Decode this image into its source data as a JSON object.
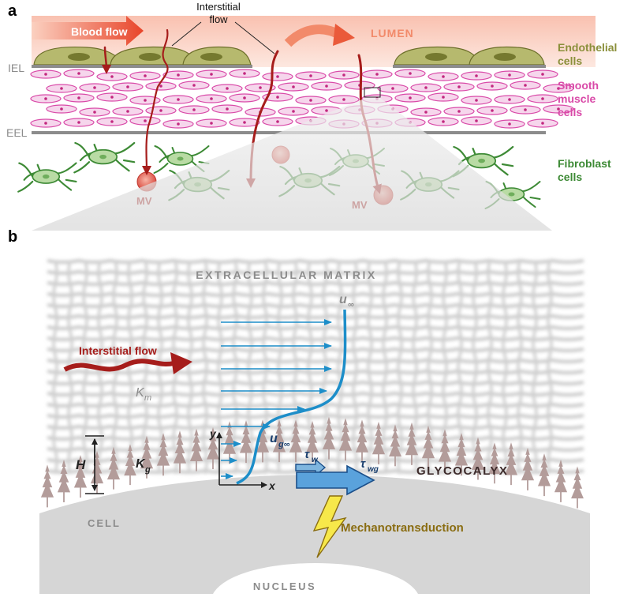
{
  "panel_a": {
    "letter": "a",
    "blood_flow": "Blood flow",
    "interstitial_flow_line1": "Interstitial",
    "interstitial_flow_line2": "flow",
    "lumen": "LUMEN",
    "iel": "IEL",
    "eel": "EEL",
    "endothelial_line1": "Endothelial",
    "endothelial_line2": "cells",
    "smooth_line1": "Smooth",
    "smooth_line2": "muscle",
    "smooth_line3": "cells",
    "fibroblast_line1": "Fibroblast",
    "fibroblast_line2": "cells",
    "mv_left": "MV",
    "mv_right": "MV"
  },
  "panel_b": {
    "letter": "b",
    "extracellular_matrix": "EXTRACELLULAR MATRIX",
    "interstitial_flow": "Interstitial flow",
    "u_inf_base": "u",
    "u_inf_sub": "∞",
    "k_m_base": "K",
    "k_m_sub": "m",
    "k_g_base": "K",
    "k_g_sub": "g",
    "h": "H",
    "y": "y",
    "x": "x",
    "u_ginf_base": "u",
    "u_ginf_sub": "g∞",
    "tau_w_base": "τ",
    "tau_w_sub": "w",
    "tau_wg_base": "τ",
    "tau_wg_sub": "wg",
    "glycocalyx": "GLYCOCALYX",
    "cell": "CELL",
    "mechanotransduction": "Mechanotransduction",
    "nucleus": "NUCLEUS"
  },
  "colors": {
    "blood_red": "#a61d1b",
    "endothelial_green": "#8a8f3a",
    "smooth_pink": "#d94aa8",
    "fibroblast_green": "#3d8a35",
    "flow_blue": "#1d8ec9",
    "glycocalyx_tree": "#b39c9a",
    "mechano_gold": "#8a6d12"
  }
}
